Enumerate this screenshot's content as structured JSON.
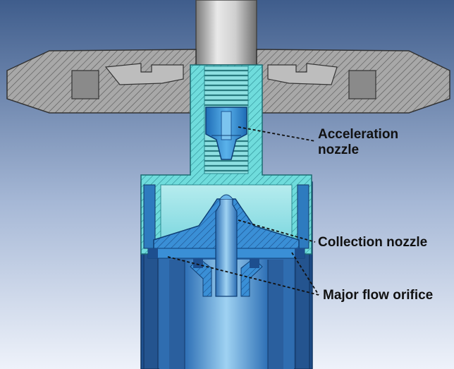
{
  "labels": {
    "acceleration_line1": "Acceleration",
    "acceleration_line2": "nozzle",
    "collection": "Collection nozzle",
    "major_flow": "Major flow orifice"
  },
  "colors": {
    "background_top": "#3f5d8c",
    "background_bottom": "#eef2fa",
    "hatch_gray": "#9a9a9a",
    "cyan_body": "#5fd6d8",
    "blue_parts": "#2a7fd0"
  }
}
